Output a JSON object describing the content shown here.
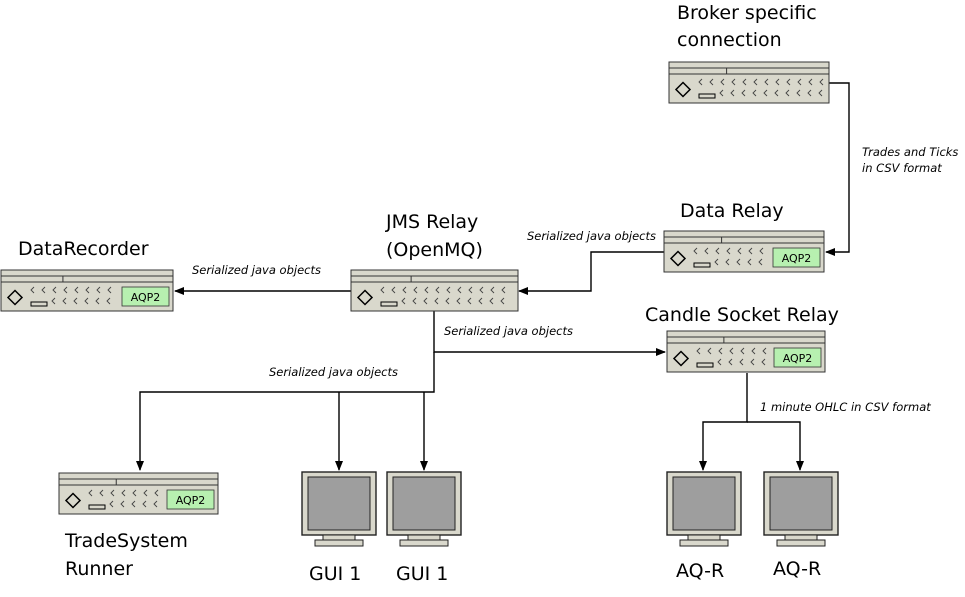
{
  "nodes": {
    "broker": {
      "label_line1": "Broker specific",
      "label_line2": "connection"
    },
    "data_relay": {
      "label": "Data Relay",
      "tag": "AQP2"
    },
    "jms_relay": {
      "label_line1": "JMS Relay",
      "label_line2": "(OpenMQ)"
    },
    "data_recorder": {
      "label": "DataRecorder",
      "tag": "AQP2"
    },
    "candle_relay": {
      "label": "Candle Socket Relay",
      "tag": "AQP2"
    },
    "tradesystem": {
      "label_line1": "TradeSystem",
      "label_line2": "Runner",
      "tag": "AQP2"
    },
    "gui_a": {
      "label": "GUI 1"
    },
    "gui_b": {
      "label": "GUI 1"
    },
    "aqr_a": {
      "label": "AQ-R"
    },
    "aqr_b": {
      "label": "AQ-R"
    }
  },
  "edges": {
    "broker_to_data_relay": {
      "line1": "Trades and Ticks",
      "line2": "in CSV format"
    },
    "data_relay_to_jms": {
      "label": "Serialized java objects"
    },
    "jms_to_recorder": {
      "label": "Serialized java objects"
    },
    "jms_to_candle": {
      "label": "Serialized java objects"
    },
    "jms_to_clients": {
      "label": "Serialized java objects"
    },
    "candle_to_aqr": {
      "label": "1 minute OHLC in CSV format"
    }
  },
  "colors": {
    "server_body": "#d9d8cc",
    "server_stroke": "#333333",
    "tag_fill": "#b7f0b0",
    "monitor_screen": "#9e9e9e",
    "line": "#000000"
  }
}
